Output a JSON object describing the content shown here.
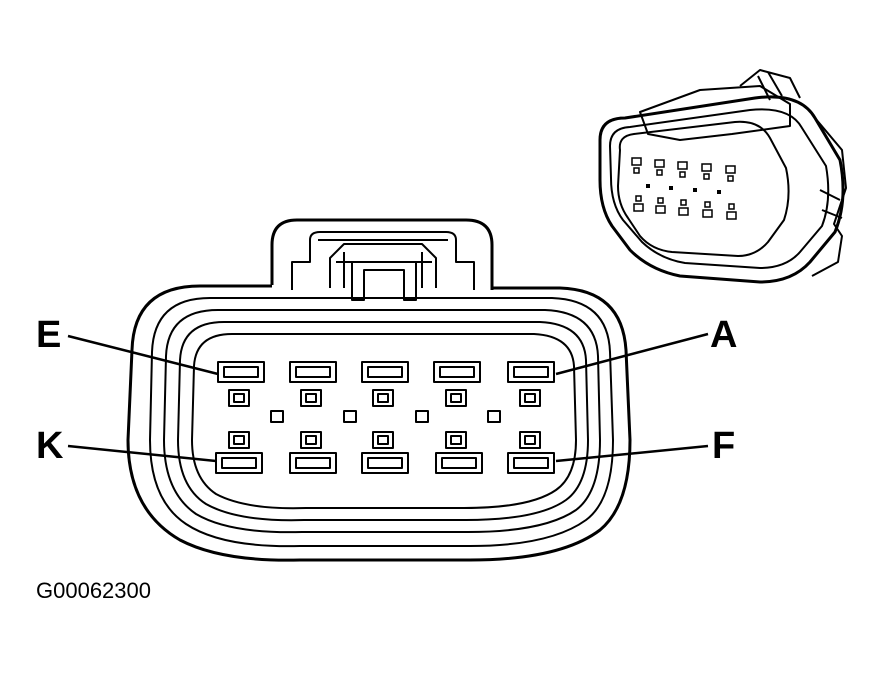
{
  "diagram": {
    "pin_labels": {
      "top_left": "E",
      "top_right": "A",
      "bottom_left": "K",
      "bottom_right": "F"
    },
    "figure_id": "G00062300"
  }
}
